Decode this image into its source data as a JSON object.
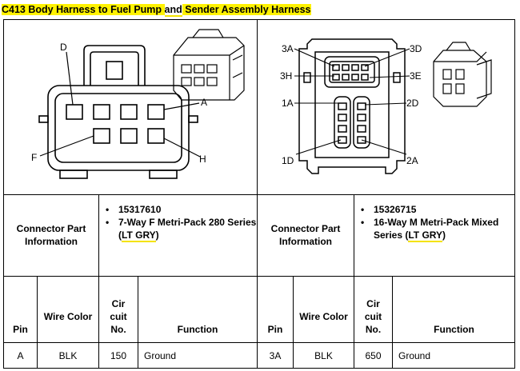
{
  "title": {
    "part1": "C413 Body Harness to Fuel Pump ",
    "part2": "and",
    "part3": " Sender Assembly Harness"
  },
  "left_connector": {
    "labels": {
      "d": "D",
      "a": "A",
      "f": "F",
      "h": "H"
    }
  },
  "right_connector": {
    "labels": {
      "3a": "3A",
      "3d": "3D",
      "3h": "3H",
      "3e": "3E",
      "1a": "1A",
      "2d": "2D",
      "1d": "1D",
      "2a": "2A"
    }
  },
  "info_row": {
    "left_header": "Connector Part Information",
    "left_part_number": "15317610",
    "left_desc_prefix": "7-Way F Metri-Pack 280 Series (",
    "left_desc_color": "LT GRY",
    "left_desc_suffix": ")",
    "right_header": "Connector Part Information",
    "right_part_number": "15326715",
    "right_desc_prefix": "16-Way M Metri-Pack Mixed Series (",
    "right_desc_color": "LT GRY",
    "right_desc_suffix": ")"
  },
  "column_headers": {
    "pin": "Pin",
    "wire_color": "Wire Color",
    "circuit_line1": "Cir",
    "circuit_line2": "cuit",
    "circuit_line3": "No.",
    "function": "Function"
  },
  "rows": [
    {
      "left_pin": "A",
      "left_color": "BLK",
      "left_circuit": "150",
      "left_function": "Ground",
      "right_pin": "3A",
      "right_color": "BLK",
      "right_circuit": "650",
      "right_function": "Ground"
    }
  ]
}
